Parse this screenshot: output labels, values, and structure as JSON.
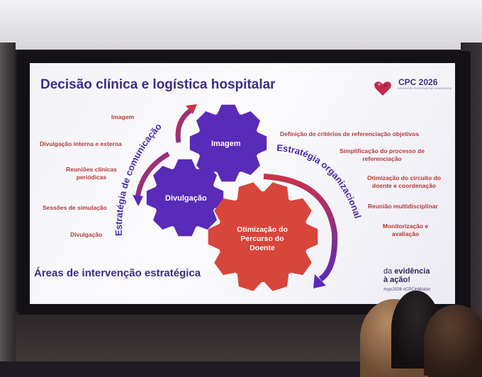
{
  "slide": {
    "title": "Decisão clínica e logística hospitalar",
    "subtitle": "Áreas de intervenção estratégica",
    "logo": {
      "name": "CPC 2026",
      "tagline": "CONGRESSO PORTUGUÊS DE CARDIOLOGIA"
    },
    "gears": {
      "imagem": "Imagem",
      "divulgacao": "Divulgação",
      "otimizacao_1": "Otimização do",
      "otimizacao_2": "Percurso do",
      "otimizacao_3": "Doente"
    },
    "arc_labels": {
      "comunicacao": "Estratégia de comunicação",
      "organizacional": "Estratégia organizacional"
    },
    "left_items": {
      "i1": "Imagem",
      "i2": "Divulgação interna e externa",
      "i3a": "Reuniões clínicas",
      "i3b": "periódicas",
      "i4": "Sessões de simulação",
      "i5": "Divulgação"
    },
    "right_items": {
      "r1": "Definição de critérios de referenciação objetivos",
      "r2a": "Simplificação do processo de",
      "r2b": "referenciação",
      "r3a": "Otimização do circuito do",
      "r3b": "doente e coordenação",
      "r4": "Reunião multidisciplinar",
      "r5a": "Monitorização e",
      "r5b": "avaliação"
    },
    "brand": {
      "line1a": "da ",
      "line1b": "evidência",
      "line2": "à ação!",
      "hashtag": "#cpc2026 #CPCinMotion"
    }
  },
  "colors": {
    "title": "#3b2e86",
    "label_red": "#b23a38",
    "gear_purple": "#5a2ab8",
    "gear_red": "#d8453b"
  }
}
